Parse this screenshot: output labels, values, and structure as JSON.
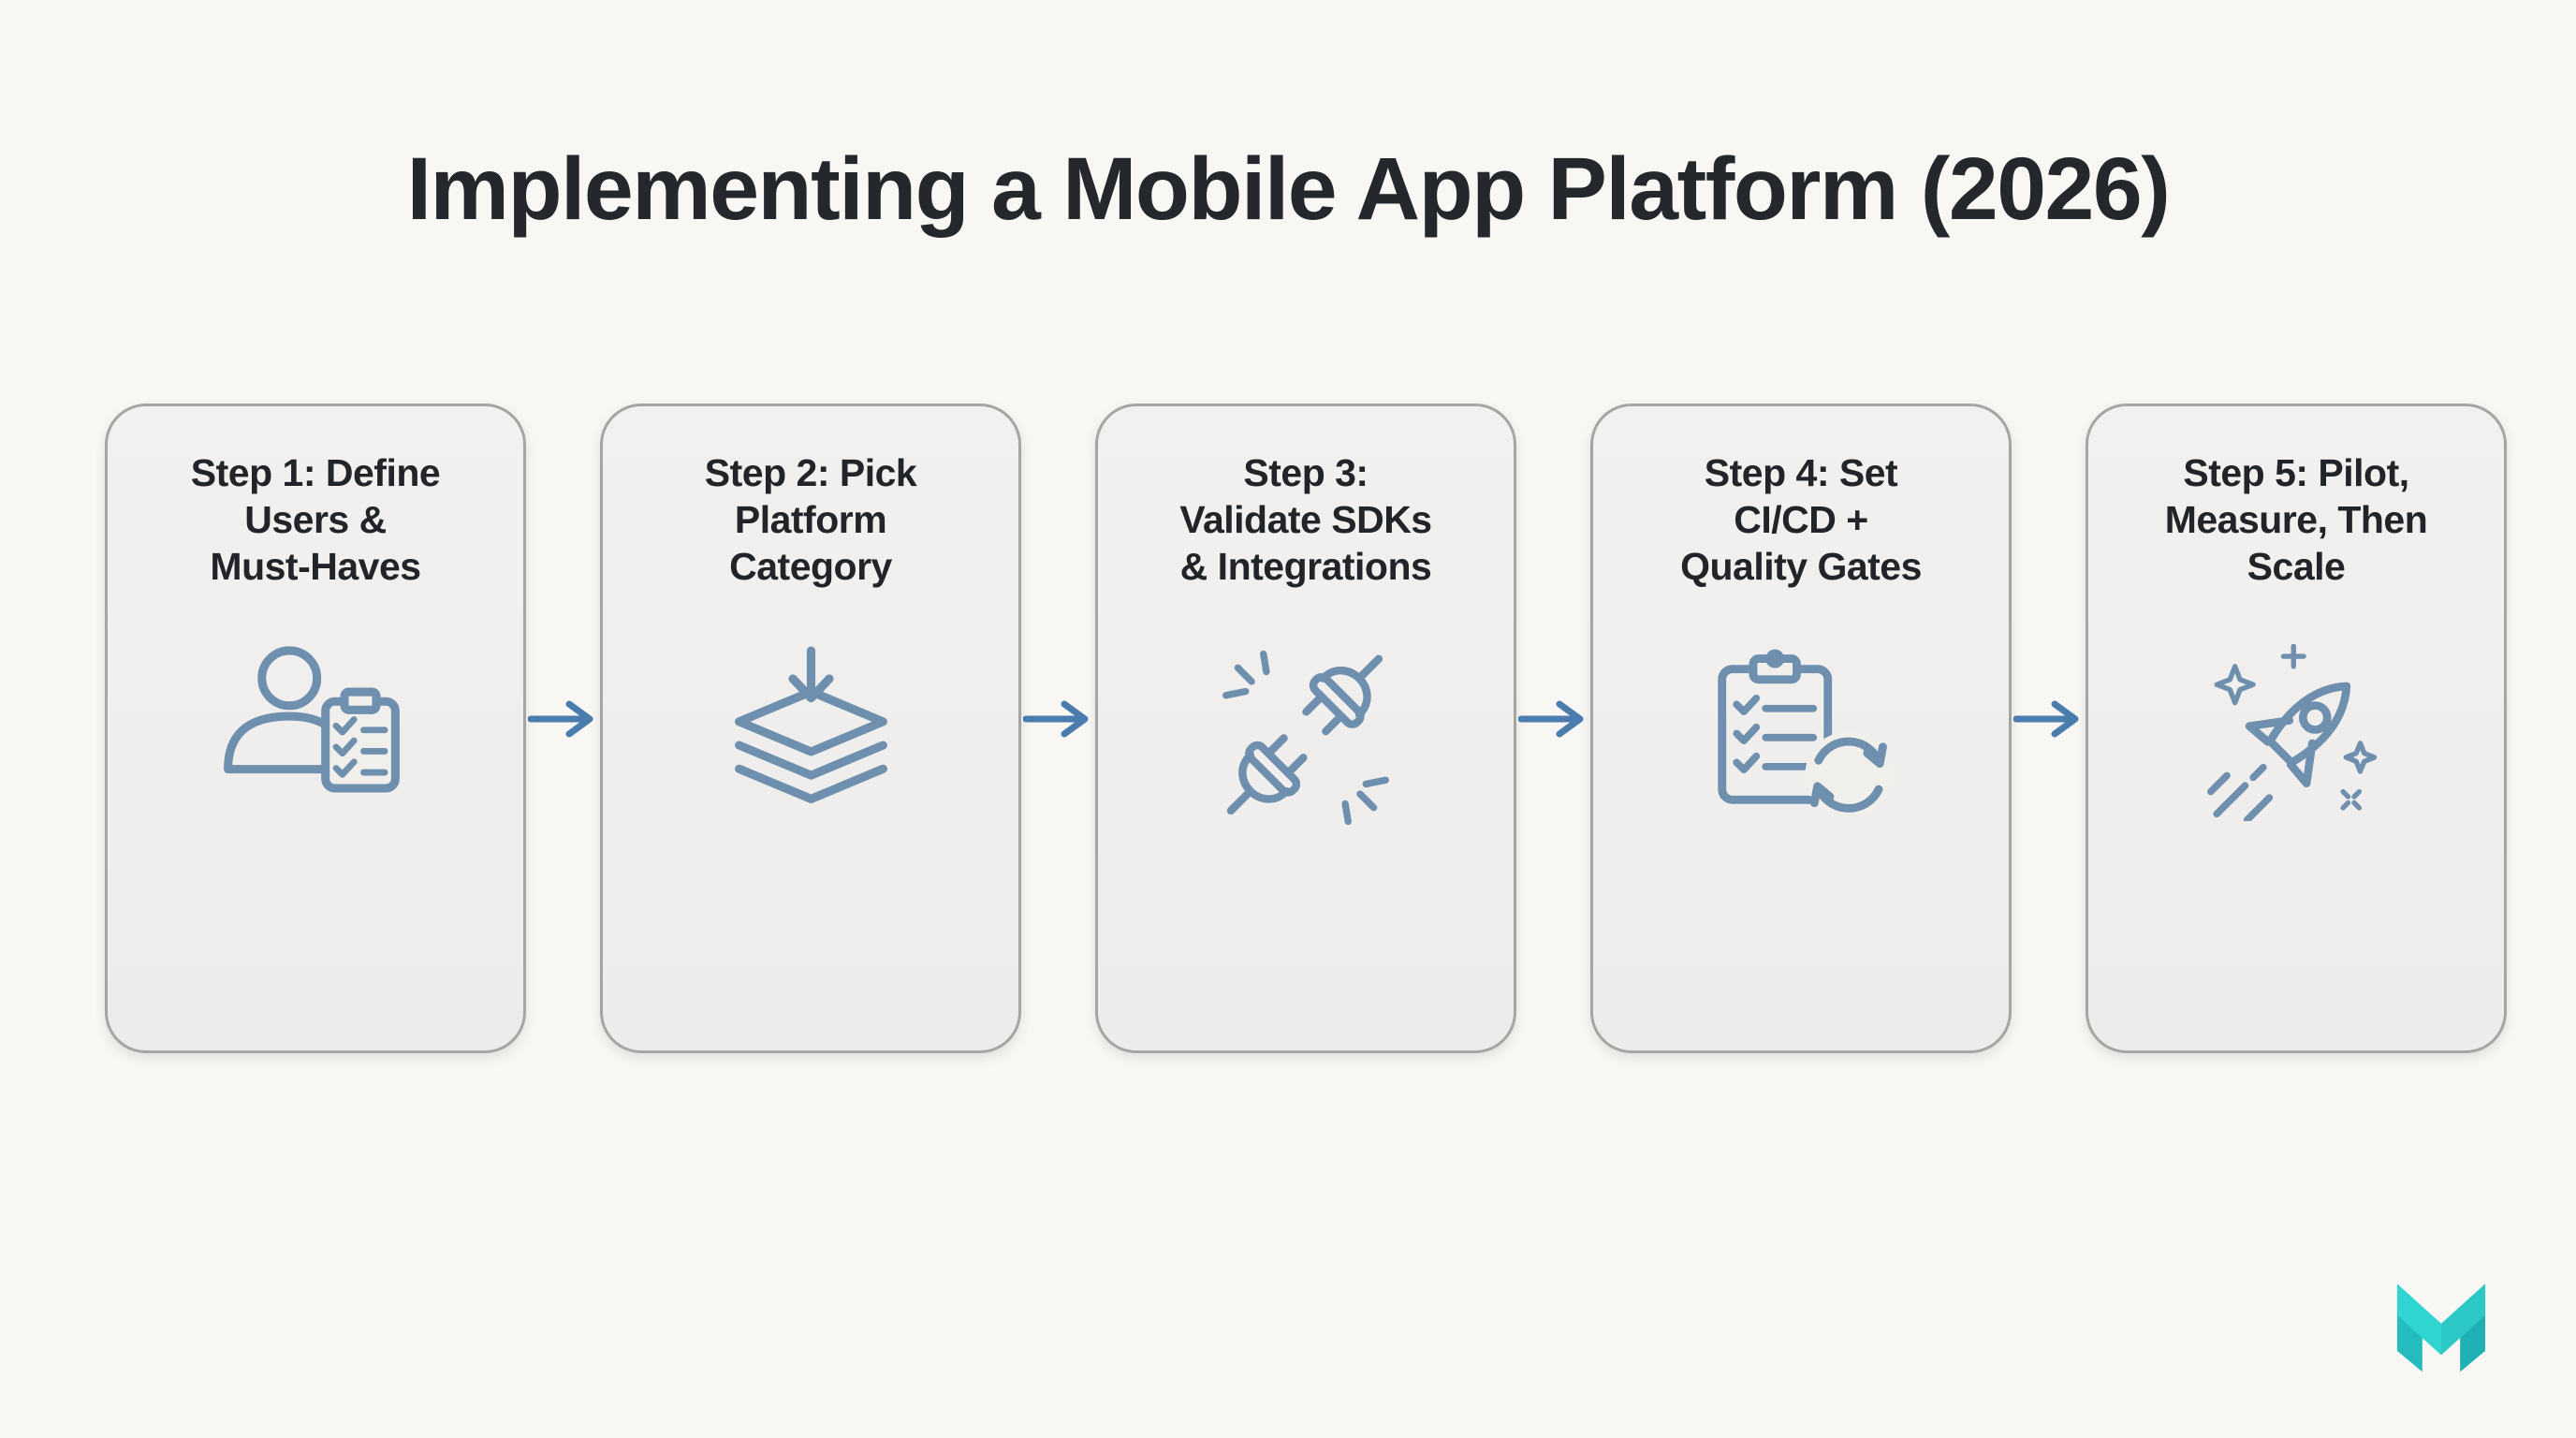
{
  "title": "Implementing a Mobile App Platform (2026)",
  "steps": [
    {
      "label": "Step 1: Define\nUsers &\nMust-Haves",
      "icon": "user-checklist"
    },
    {
      "label": "Step 2: Pick\nPlatform\nCategory",
      "icon": "layers-stack"
    },
    {
      "label": "Step 3:\nValidate SDKs\n& Integrations",
      "icon": "plug-connection"
    },
    {
      "label": "Step 4: Set\nCI/CD +\nQuality Gates",
      "icon": "checklist-refresh"
    },
    {
      "label": "Step 5: Pilot,\nMeasure, Then\nScale",
      "icon": "rocket-launch"
    }
  ],
  "colors": {
    "background": "#f8f7f4",
    "card_background": "#f0efec",
    "card_border": "#a5a5a3",
    "heading_text": "#212529",
    "icon_stroke": "#6f8fae",
    "arrow": "#4a7cae",
    "logo_teal_bright": "#30d4d0",
    "logo_teal_dark": "#1fb0b4"
  },
  "logo": {
    "letter": "M"
  }
}
